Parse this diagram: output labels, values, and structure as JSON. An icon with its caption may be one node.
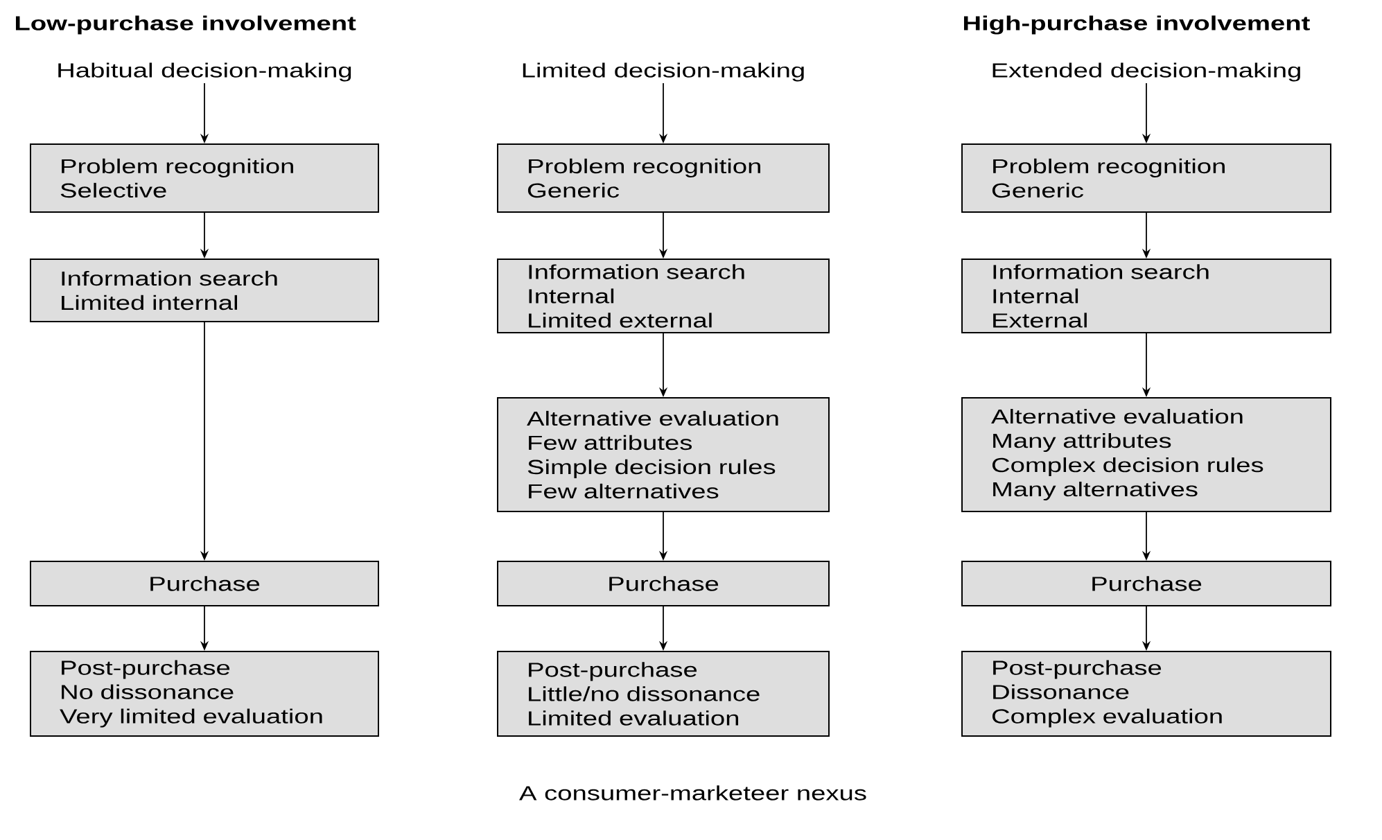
{
  "diagram": {
    "caption": "A consumer-marketeer nexus",
    "nodes": [
      {
        "text": [
          "Habitual decision-making"
        ]
      },
      {
        "text": [
          "Problem recognition",
          "Selective"
        ]
      },
      {
        "text": [
          "Information search",
          "Limited internal"
        ]
      },
      {
        "text": [
          "Purchase"
        ]
      },
      {
        "text": [
          "Post-purchase",
          "No dissonance",
          "Very limited evaluation"
        ]
      },
      {
        "text": [
          "Limited decision-making"
        ]
      },
      {
        "text": [
          "Problem recognition",
          "Generic"
        ]
      },
      {
        "text": [
          "Information search",
          "Internal",
          "Limited external"
        ]
      },
      {
        "text": [
          "Alternative evaluation",
          "Few attributes",
          "Simple decision rules",
          "Few alternatives"
        ]
      },
      {
        "text": [
          "Purchase"
        ]
      },
      {
        "text": [
          "Post-purchase",
          "Little/no dissonance",
          "Limited evaluation"
        ]
      },
      {
        "text": [
          "Extended decision-making"
        ]
      },
      {
        "text": [
          "Problem recognition",
          "Generic"
        ]
      },
      {
        "text": [
          "Information search",
          "Internal",
          "External"
        ]
      },
      {
        "text": [
          "Alternative evaluation",
          "Many attributes",
          "Complex decision rules",
          "Many alternatives"
        ]
      },
      {
        "text": [
          "Purchase"
        ]
      },
      {
        "text": [
          "Post-purchase",
          "Dissonance",
          "Complex evaluation"
        ]
      }
    ],
    "edges": [
      {
        "from": 0,
        "to": 1,
        "arrow": "to"
      },
      {
        "from": 1,
        "to": 2,
        "arrow": "to"
      },
      {
        "from": 2,
        "to": 3,
        "arrow": "to"
      },
      {
        "from": 3,
        "to": 4,
        "arrow": "to"
      },
      {
        "from": 5,
        "to": 6,
        "arrow": "to"
      },
      {
        "from": 6,
        "to": 7,
        "arrow": "to"
      },
      {
        "from": 7,
        "to": 8,
        "arrow": "to"
      },
      {
        "from": 8,
        "to": 9,
        "arrow": "to"
      },
      {
        "from": 9,
        "to": 10,
        "arrow": "to"
      },
      {
        "from": 11,
        "to": 12,
        "arrow": "to"
      },
      {
        "from": 12,
        "to": 13,
        "arrow": "to"
      },
      {
        "from": 13,
        "to": 14,
        "arrow": "to"
      },
      {
        "from": 14,
        "to": 15,
        "arrow": "to"
      },
      {
        "from": 15,
        "to": 16,
        "arrow": "to"
      }
    ],
    "labels": [
      "Low-purchase involvement",
      "High-purchase involvement"
    ]
  }
}
